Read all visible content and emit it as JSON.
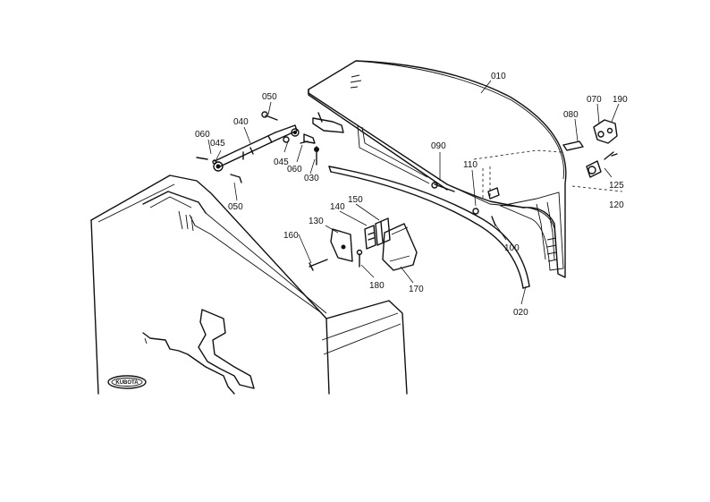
{
  "diagram": {
    "labels": [
      {
        "id": "010",
        "text": "010"
      },
      {
        "id": "020",
        "text": "020"
      },
      {
        "id": "030",
        "text": "030"
      },
      {
        "id": "040",
        "text": "040"
      },
      {
        "id": "045a",
        "text": "045"
      },
      {
        "id": "045b",
        "text": "045"
      },
      {
        "id": "050a",
        "text": "050"
      },
      {
        "id": "050b",
        "text": "050"
      },
      {
        "id": "060a",
        "text": "060"
      },
      {
        "id": "060b",
        "text": "060"
      },
      {
        "id": "070",
        "text": "070"
      },
      {
        "id": "080",
        "text": "080"
      },
      {
        "id": "090",
        "text": "090"
      },
      {
        "id": "100",
        "text": "100"
      },
      {
        "id": "110",
        "text": "110"
      },
      {
        "id": "120",
        "text": "120"
      },
      {
        "id": "125",
        "text": "125"
      },
      {
        "id": "130",
        "text": "130"
      },
      {
        "id": "140",
        "text": "140"
      },
      {
        "id": "150",
        "text": "150"
      },
      {
        "id": "160",
        "text": "160"
      },
      {
        "id": "170",
        "text": "170"
      },
      {
        "id": "180",
        "text": "180"
      },
      {
        "id": "190",
        "text": "190"
      }
    ],
    "logo": {
      "text": "KUBOTA"
    }
  }
}
